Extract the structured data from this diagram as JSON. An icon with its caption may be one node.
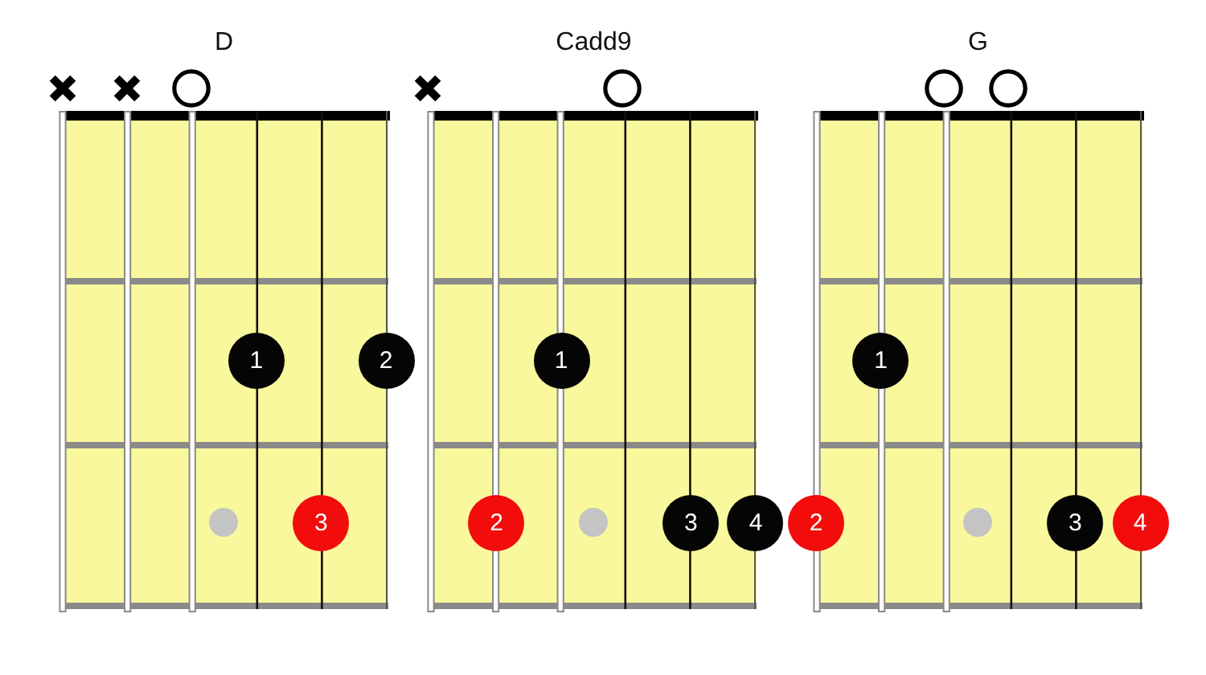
{
  "diagram": {
    "nodes": [
      {
        "text": [
          "D"
        ]
      },
      {
        "text": [],
        "shape": "cross"
      },
      {
        "text": [],
        "shape": "cross"
      },
      {
        "text": [],
        "shape": "ring"
      },
      {
        "text": [
          "1"
        ],
        "in": 0
      },
      {
        "text": [
          "2"
        ],
        "in": 0
      },
      {
        "text": [],
        "shape": "circle",
        "in": 0
      },
      {
        "text": [
          "3"
        ],
        "in": 0
      },
      {
        "text": [
          "Cadd9"
        ]
      },
      {
        "text": [],
        "shape": "cross"
      },
      {
        "text": [],
        "shape": "ring"
      },
      {
        "text": [
          "1"
        ],
        "in": 8
      },
      {
        "text": [
          "2"
        ],
        "in": 8
      },
      {
        "text": [],
        "shape": "circle",
        "in": 8
      },
      {
        "text": [
          "3"
        ],
        "in": 8
      },
      {
        "text": [
          "4"
        ],
        "in": 8
      },
      {
        "text": [
          "G"
        ]
      },
      {
        "text": [],
        "shape": "ring"
      },
      {
        "text": [],
        "shape": "ring"
      },
      {
        "text": [
          "1"
        ],
        "in": 16
      },
      {
        "text": [
          "2"
        ],
        "in": 16
      },
      {
        "text": [],
        "shape": "circle",
        "in": 16
      },
      {
        "text": [
          "3"
        ],
        "in": 16
      },
      {
        "text": [
          "4"
        ],
        "in": 16
      }
    ]
  }
}
